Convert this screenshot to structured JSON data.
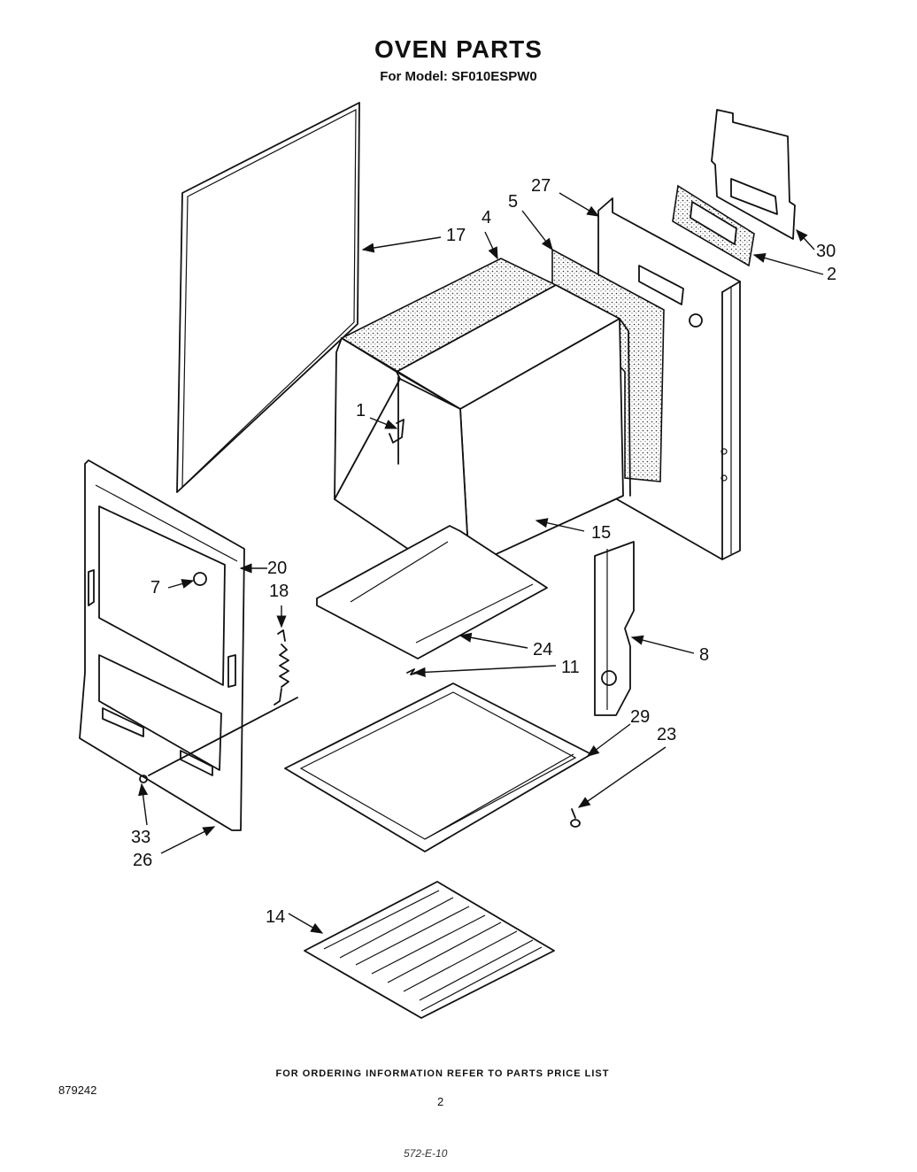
{
  "title": "OVEN PARTS",
  "subtitle": "For Model: SF010ESPW0",
  "footer_note": "FOR ORDERING INFORMATION REFER TO PARTS PRICE LIST",
  "doc_number": "879242",
  "page_number": "2",
  "bottom_scribble": "572-E-10",
  "callouts": {
    "c1": "1",
    "c2": "2",
    "c4": "4",
    "c5": "5",
    "c7": "7",
    "c8": "8",
    "c11": "11",
    "c14": "14",
    "c15": "15",
    "c17": "17",
    "c18": "18",
    "c20": "20",
    "c23": "23",
    "c24": "24",
    "c26": "26",
    "c27": "27",
    "c29": "29",
    "c30": "30",
    "c33": "33"
  }
}
